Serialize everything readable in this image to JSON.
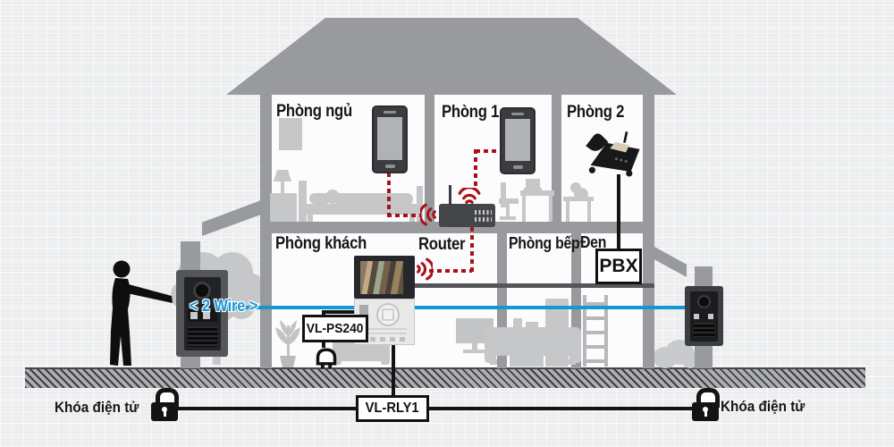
{
  "labels": {
    "room_bedroom": "Phòng ngủ",
    "room_1": "Phòng 1",
    "room_2": "Phòng 2",
    "room_living": "Phòng khách",
    "room_kitchen": "Phòng bếp",
    "room_den": "Đen",
    "router": "Router",
    "pbx": "PBX",
    "power_supply": "VL-PS240",
    "relay": "VL-RLY1",
    "wire": "< 2 Wire >",
    "lock_left": "Khóa điện tử",
    "lock_right": "Khóa điện tử"
  },
  "colors": {
    "blue": "#1597d4",
    "red": "#a8131b",
    "house": "#989a9e",
    "furniture": "#c6c7c9",
    "ink": "#161616",
    "darkline": "#55565a"
  },
  "icons": {
    "wireless_links": "wifi-waves-icon",
    "door_locks": "padlock-icon",
    "power": "ac-plug-icon",
    "visitor": "person-silhouette",
    "outdoor_units": "video-door-station",
    "indoor_unit": "indoor-monitor-station",
    "network": "wireless-router",
    "extension_phone": "desk-phone",
    "mobile_extensions": "smartphone"
  }
}
